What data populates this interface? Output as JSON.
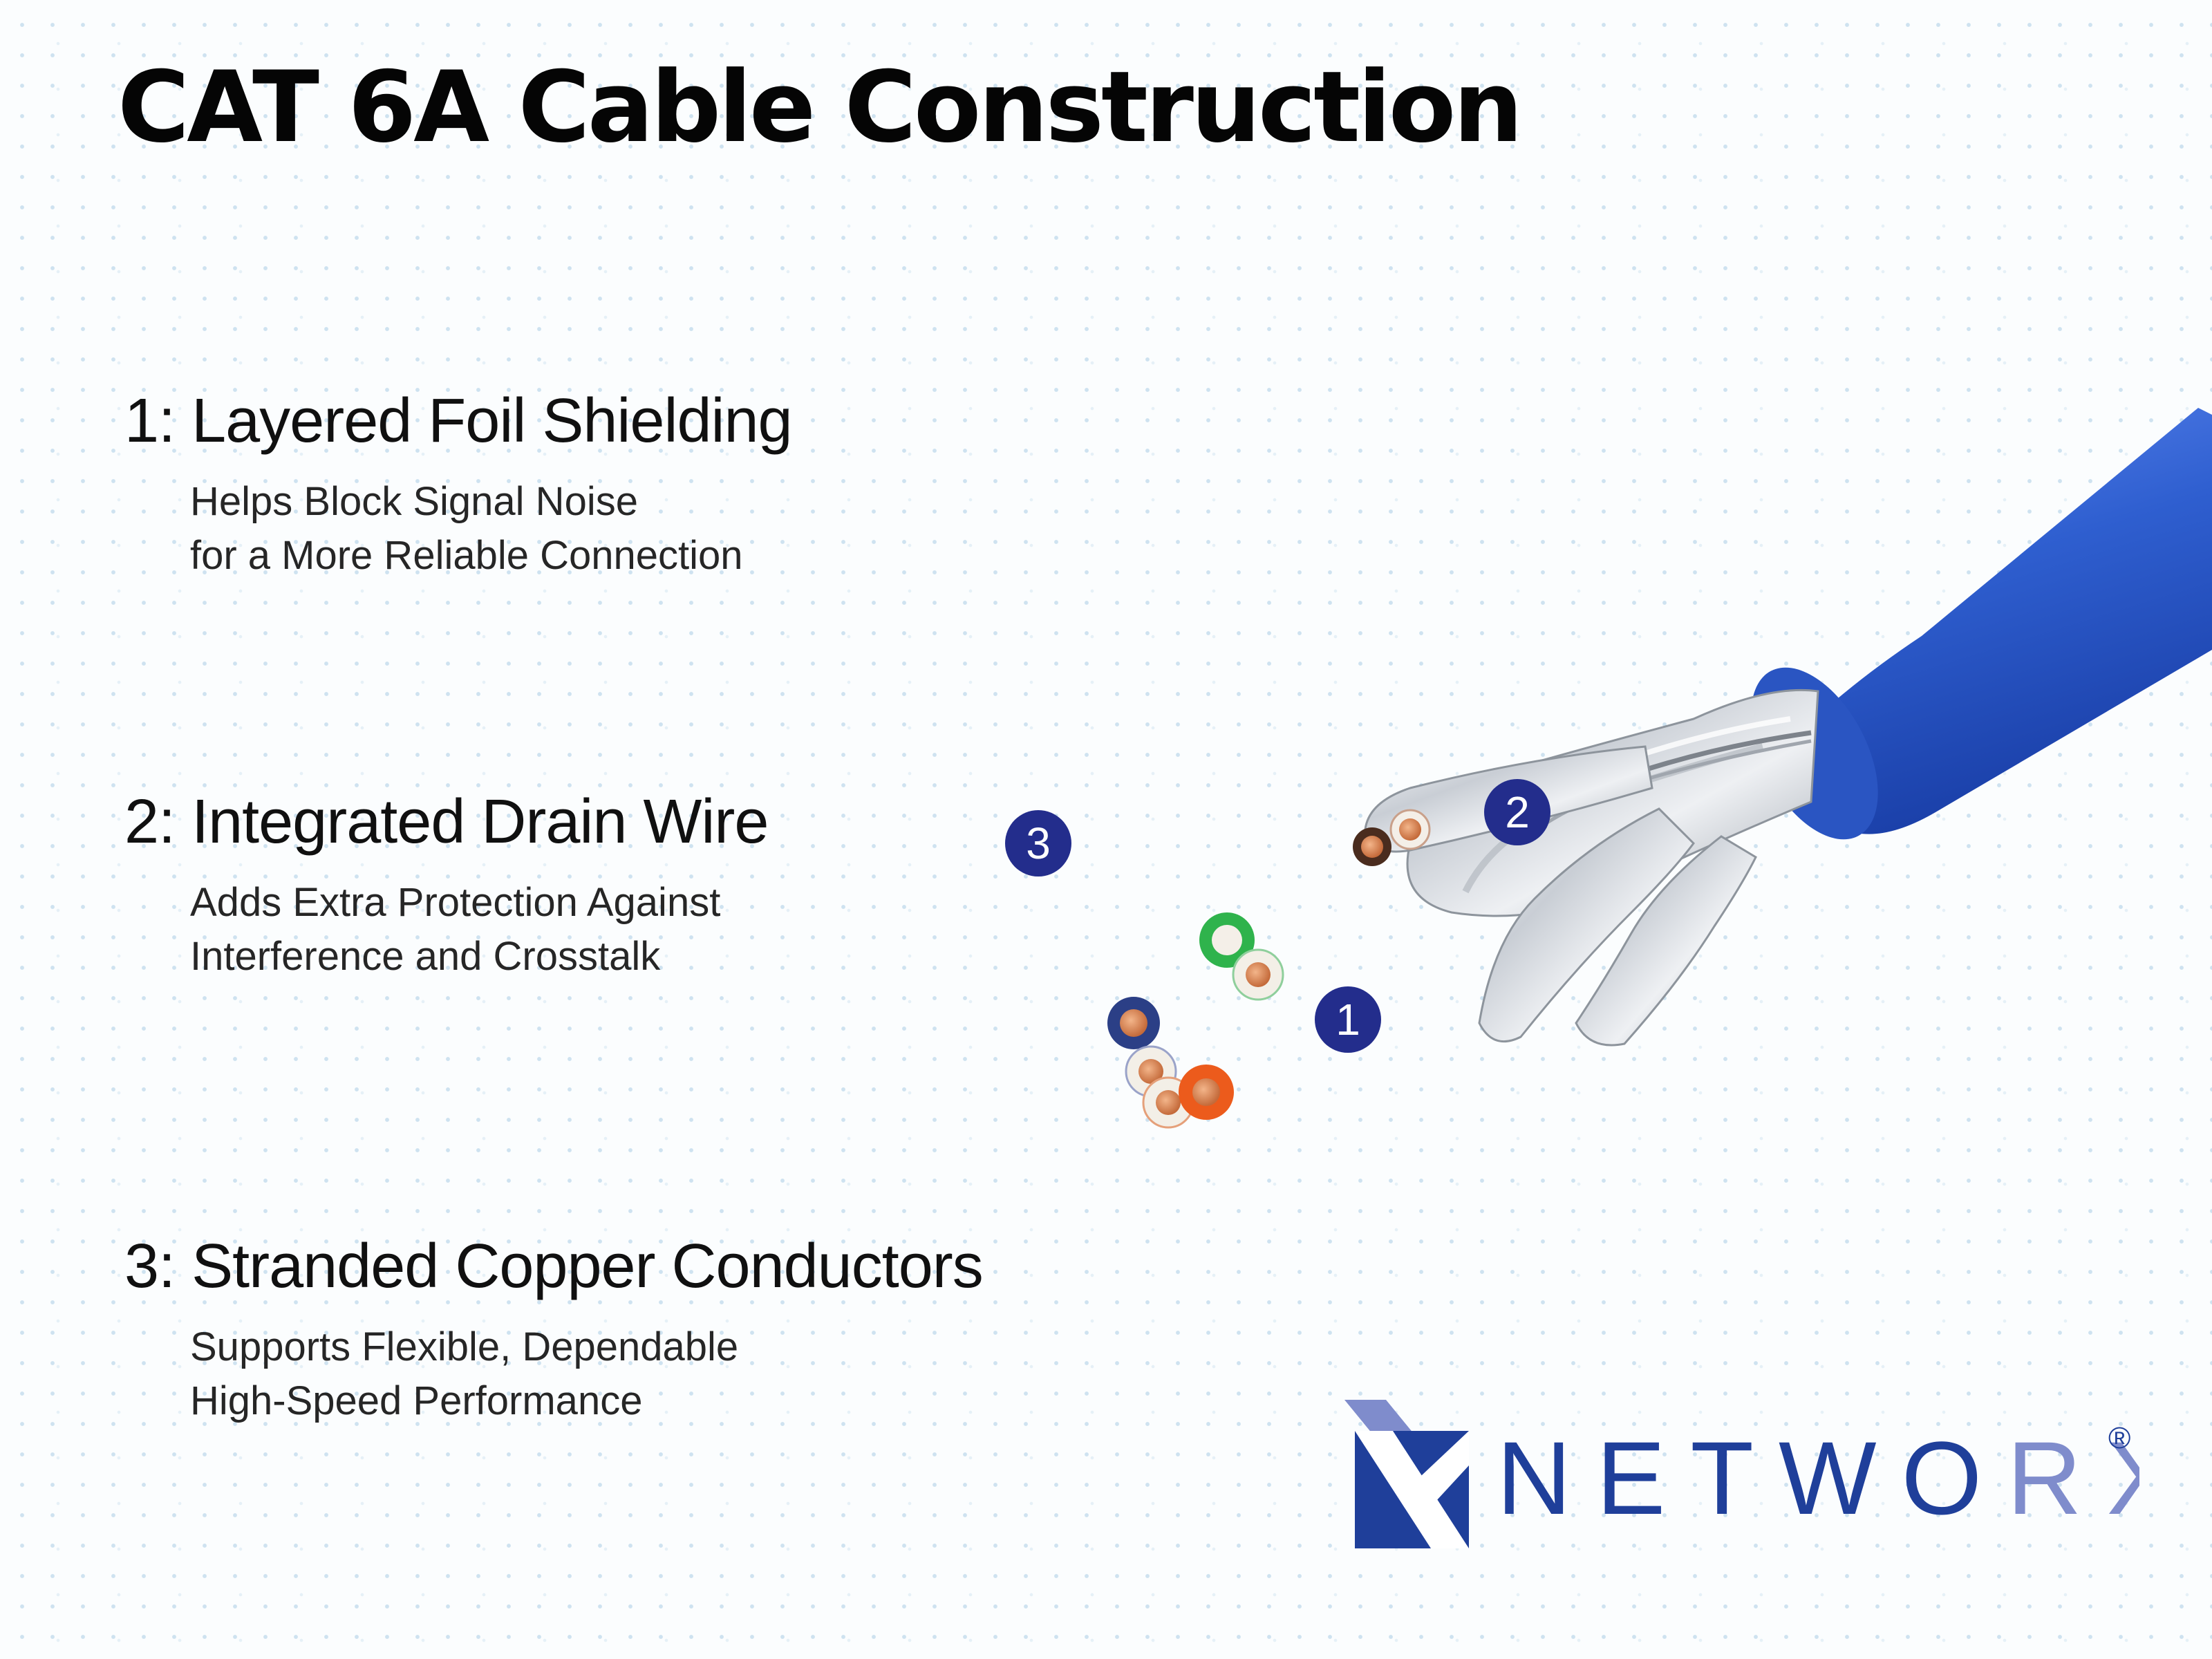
{
  "title": "CAT 6A Cable Construction",
  "features": [
    {
      "heading": "1: Layered Foil Shielding",
      "line1": "Helps Block Signal Noise",
      "line2": "for a More Reliable Connection"
    },
    {
      "heading": "2: Integrated Drain Wire",
      "line1": "Adds Extra Protection Against",
      "line2": "Interference and Crosstalk"
    },
    {
      "heading": "3: Stranded Copper Conductors",
      "line1": "Supports Flexible, Dependable",
      "line2": "High-Speed Performance"
    }
  ],
  "callouts": {
    "one": "1",
    "two": "2",
    "three": "3"
  },
  "brand": {
    "name": "NETWORX",
    "registered": "®",
    "primary_color": "#1f3f9a",
    "secondary_color": "#7f8ccc"
  },
  "colors": {
    "cable_jacket": "#2f5fd0",
    "callout_badge": "#232d8c",
    "foil": "#d7dbe0"
  }
}
